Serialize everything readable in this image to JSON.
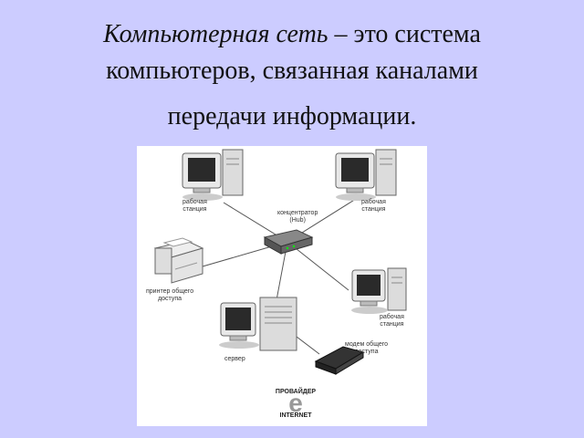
{
  "title": {
    "term": "Компьютерная сеть",
    "rest": " – это система",
    "line2": "компьютеров, связанная каналами",
    "line3": "передачи информации."
  },
  "diagram": {
    "labels": {
      "ws_top_left": [
        "рабочая",
        "станция"
      ],
      "ws_top_right": [
        "рабочая",
        "станция"
      ],
      "hub": [
        "концентратор",
        "(Hub)"
      ],
      "printer": [
        "принтер общего",
        "доступа"
      ],
      "ws_right": [
        "рабочая",
        "станция"
      ],
      "modem": [
        "модем общего",
        "доступа"
      ],
      "server": "сервер",
      "provider": "ПРОВАЙДЕР",
      "internet": "INTERNET"
    }
  }
}
